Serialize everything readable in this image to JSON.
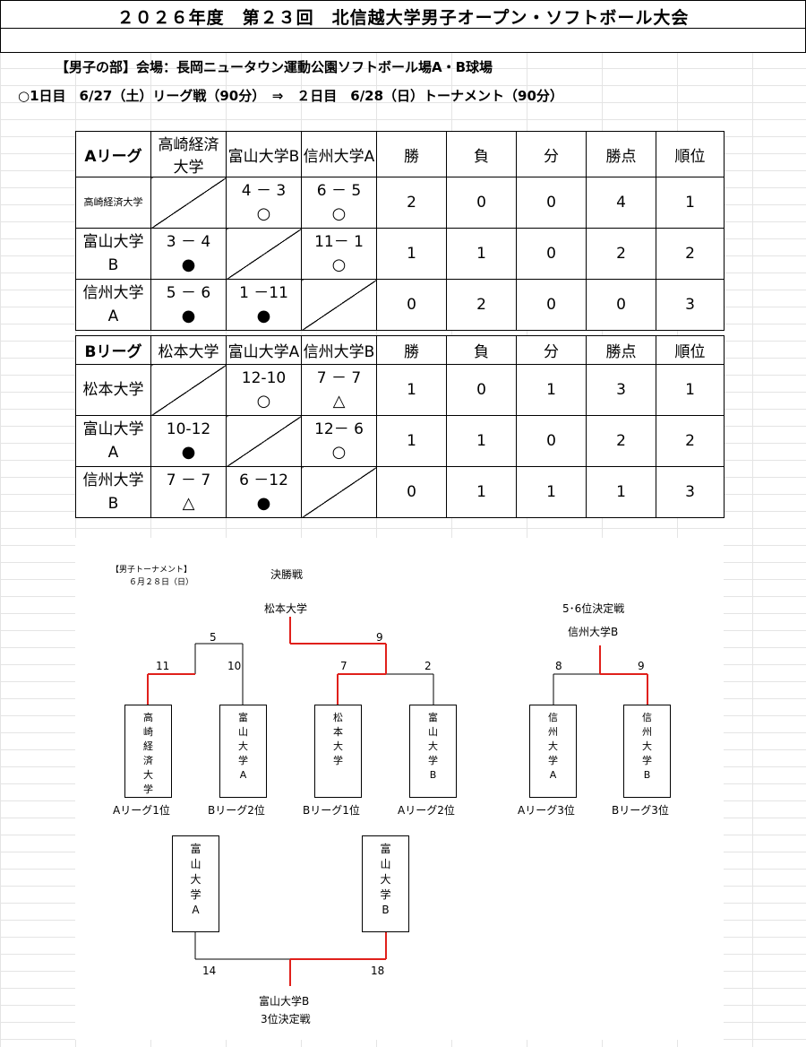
{
  "header": {
    "title": "２０２６年度　第２３回　北信越大学男子オープン・ソフトボール大会",
    "venue": "【男子の部】会場：長岡ニュータウン運動公園ソフトボール場A・B球場",
    "schedule": "○1日目　6/27（土）リーグ戦（90分）　⇒　２日目　6/28（日）トーナメント（90分）"
  },
  "league_a": {
    "label": "Aリーグ",
    "col_heads": [
      "高崎経済大学",
      "富山大学B",
      "信州大学A",
      "勝",
      "負",
      "分",
      "勝点",
      "順位"
    ],
    "rows": [
      {
        "name": [
          "高崎経済大学"
        ],
        "cells": [
          null,
          {
            "score": "4 － 3",
            "mark": "○"
          },
          {
            "score": "6 － 5",
            "mark": "○"
          }
        ],
        "w": "2",
        "l": "0",
        "d": "0",
        "pts": "4",
        "rank": "1"
      },
      {
        "name": [
          "富山大学",
          "B"
        ],
        "cells": [
          {
            "score": "3 － 4",
            "mark": "●"
          },
          null,
          {
            "score": "11－ 1",
            "mark": "○"
          }
        ],
        "w": "1",
        "l": "1",
        "d": "0",
        "pts": "2",
        "rank": "2"
      },
      {
        "name": [
          "信州大学",
          "A"
        ],
        "cells": [
          {
            "score": "5 － 6",
            "mark": "●"
          },
          {
            "score": "1 －11",
            "mark": "●"
          },
          null
        ],
        "w": "0",
        "l": "2",
        "d": "0",
        "pts": "0",
        "rank": "3"
      }
    ]
  },
  "league_b": {
    "label": "Bリーグ",
    "col_heads": [
      "松本大学",
      "富山大学A",
      "信州大学B",
      "勝",
      "負",
      "分",
      "勝点",
      "順位"
    ],
    "rows": [
      {
        "name": [
          "松本大学"
        ],
        "cells": [
          null,
          {
            "score": "12-10",
            "mark": "○"
          },
          {
            "score": "7 － 7",
            "mark": "△"
          }
        ],
        "w": "1",
        "l": "0",
        "d": "1",
        "pts": "3",
        "rank": "1"
      },
      {
        "name": [
          "富山大学",
          "A"
        ],
        "cells": [
          {
            "score": "10-12",
            "mark": "●"
          },
          null,
          {
            "score": "12－ 6",
            "mark": "○"
          }
        ],
        "w": "1",
        "l": "1",
        "d": "0",
        "pts": "2",
        "rank": "2"
      },
      {
        "name": [
          "信州大学",
          "B"
        ],
        "cells": [
          {
            "score": "7 － 7",
            "mark": "△"
          },
          {
            "score": "6 －12",
            "mark": "●"
          },
          null
        ],
        "w": "0",
        "l": "1",
        "d": "1",
        "pts": "1",
        "rank": "3"
      }
    ]
  },
  "tournament": {
    "heading": "【男子トーナメント】",
    "date": "６月２８日（日）",
    "final_label": "決勝戦",
    "champion": "松本大学",
    "semi_scores": {
      "left": "5",
      "right": "9"
    },
    "qf_scores": [
      "11",
      "10",
      "7",
      "2"
    ],
    "teams": [
      {
        "chars": [
          "高",
          "崎",
          "経",
          "済",
          "大",
          "学"
        ],
        "seed": "Aリーグ1位"
      },
      {
        "chars": [
          "富",
          "山",
          "大",
          "学",
          "A"
        ],
        "seed": "Bリーグ2位"
      },
      {
        "chars": [
          "松",
          "本",
          "大",
          "学"
        ],
        "seed": "Bリーグ1位"
      },
      {
        "chars": [
          "富",
          "山",
          "大",
          "学",
          "B"
        ],
        "seed": "Aリーグ2位"
      }
    ],
    "fifth": {
      "label": "5･6位決定戦",
      "winner": "信州大学B",
      "scores": [
        "8",
        "9"
      ],
      "teams": [
        {
          "chars": [
            "信",
            "州",
            "大",
            "学",
            "A"
          ],
          "seed": "Aリーグ3位"
        },
        {
          "chars": [
            "信",
            "州",
            "大",
            "学",
            "B"
          ],
          "seed": "Bリーグ3位"
        }
      ]
    },
    "third": {
      "label": "3位決定戦",
      "winner": "富山大学B",
      "scores": [
        "14",
        "18"
      ],
      "teams": [
        {
          "chars": [
            "富",
            "山",
            "大",
            "学",
            "A"
          ]
        },
        {
          "chars": [
            "富",
            "山",
            "大",
            "学",
            "B"
          ]
        }
      ]
    },
    "colors": {
      "winner_line": "#e0201b",
      "line": "#000000"
    }
  }
}
